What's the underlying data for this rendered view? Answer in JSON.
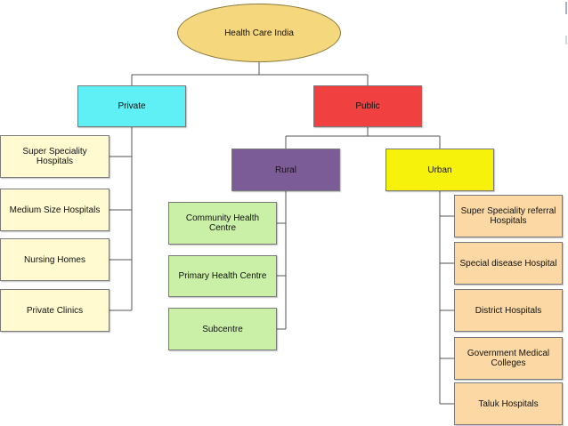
{
  "title": "Health Care India",
  "colors": {
    "root": "#f5d77e",
    "private": "#5ff0f5",
    "public": "#f04040",
    "rural": "#7b5c96",
    "urban": "#f7f20c",
    "private_leaf": "#fffacf",
    "rural_leaf": "#c9f0a6",
    "urban_leaf": "#fbd8a4",
    "line": "#555555"
  },
  "nodes": {
    "root": "Health Care India",
    "private": "Private",
    "public": "Public",
    "rural": "Rural",
    "urban": "Urban",
    "private_children": [
      "Super Speciality Hospitals",
      "Medium Size Hospitals",
      "Nursing Homes",
      "Private Clinics"
    ],
    "rural_children": [
      "Community Health Centre",
      "Primary Health Centre",
      "Subcentre"
    ],
    "urban_children": [
      "Super Speciality referral Hospitals",
      "Special disease Hospital",
      "District Hospitals",
      "Government Medical Colleges",
      "Taluk Hospitals"
    ]
  }
}
